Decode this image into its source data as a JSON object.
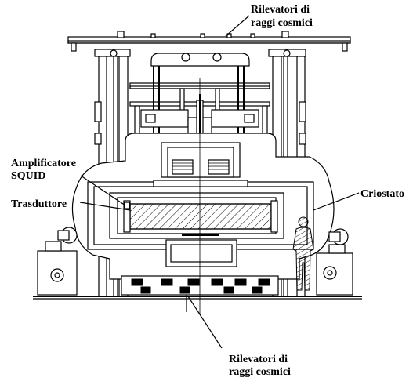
{
  "figure": {
    "labels": {
      "cosmic_top_line1": "Rilevatori di",
      "cosmic_top_line2": "raggi cosmici",
      "amplifier_line1": "Amplificatore",
      "amplifier_line2": "SQUID",
      "transducer": "Trasduttore",
      "cryostat": "Criostato",
      "cosmic_bottom_line1": "Rilevatori di",
      "cosmic_bottom_line2": "raggi cosmici"
    }
  }
}
